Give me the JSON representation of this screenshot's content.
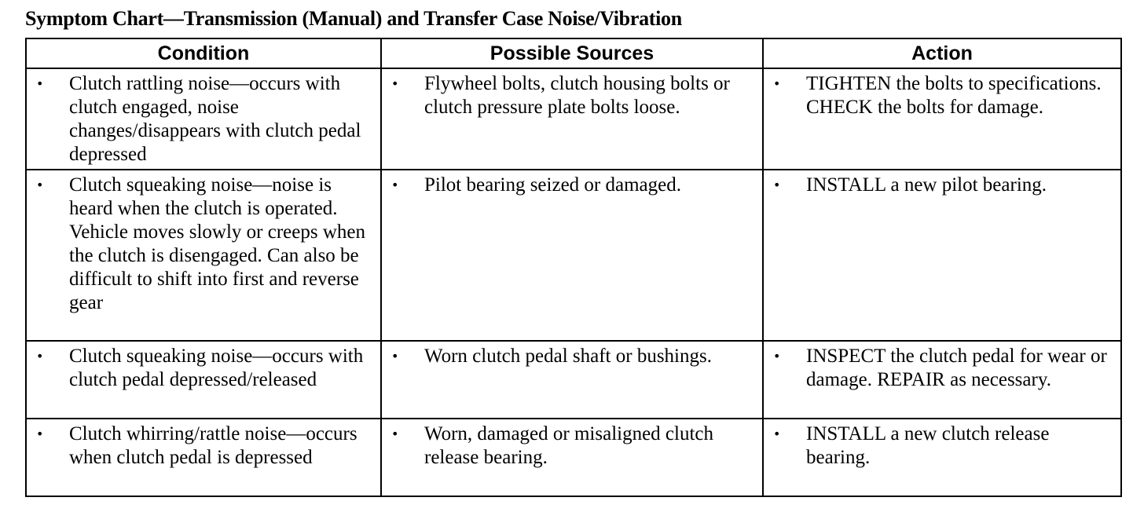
{
  "title": "Symptom Chart—Transmission (Manual) and Transfer Case Noise/Vibration",
  "headers": {
    "condition": "Condition",
    "sources": "Possible Sources",
    "action": "Action"
  },
  "bullet": "•",
  "rows": [
    {
      "condition": "Clutch rattling noise—occurs with clutch engaged, noise changes/disappears with clutch pedal depressed",
      "source": "Flywheel bolts, clutch housing bolts or clutch pressure plate bolts loose.",
      "action": "TIGHTEN the bolts to specifications. CHECK the bolts for damage."
    },
    {
      "condition": "Clutch squeaking noise—noise is heard when the clutch is operated. Vehicle moves slowly or creeps when the clutch is disengaged. Can also be difficult to shift into first and reverse gear",
      "source": "Pilot bearing seized or damaged.",
      "action": "INSTALL a new pilot bearing."
    },
    {
      "condition": "Clutch squeaking noise—occurs with clutch pedal depressed/released",
      "source": "Worn clutch pedal shaft or bushings.",
      "action": "INSPECT the clutch pedal for wear or damage. REPAIR as necessary."
    },
    {
      "condition": "Clutch whirring/rattle noise—occurs when clutch pedal is depressed",
      "source": "Worn, damaged or misaligned clutch release bearing.",
      "action": "INSTALL a new clutch release bearing."
    }
  ]
}
